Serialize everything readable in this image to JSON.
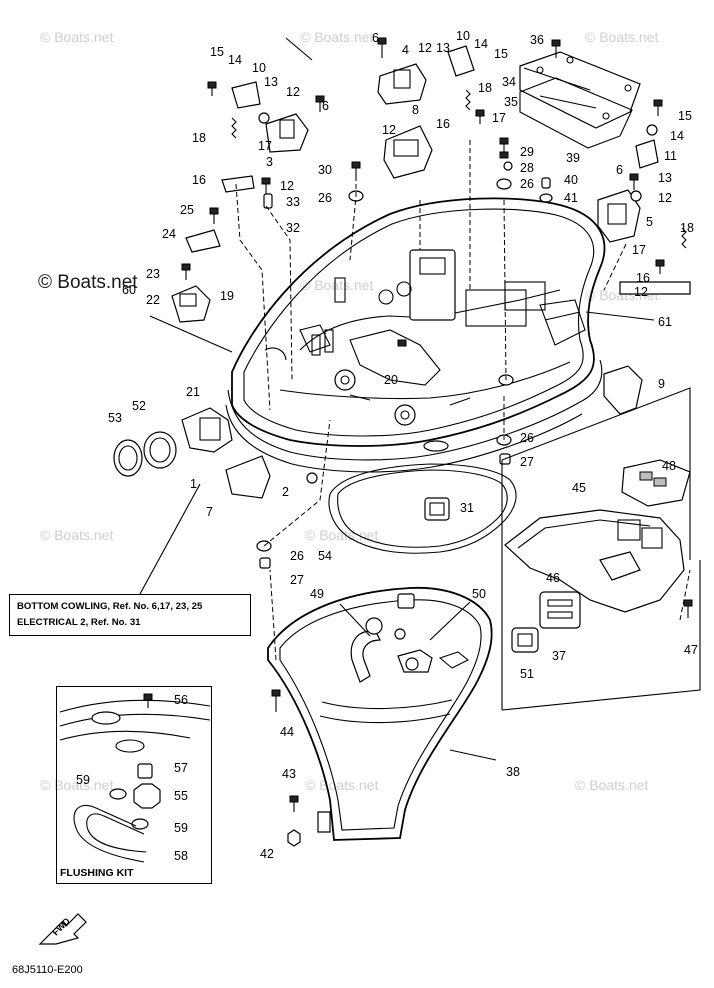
{
  "watermark": {
    "text": "© Boats.net"
  },
  "reference_box": {
    "line1": "BOTTOM COWLING,  Ref. No. 6,17, 23, 25",
    "line2": "ELECTRICAL 2,  Ref. No. 31"
  },
  "flushing_kit": {
    "title": "FLUSHING KIT"
  },
  "fwd_label": "FWD",
  "drawing_code": "68J5110-E200",
  "callouts": [
    "1",
    "2",
    "3",
    "4",
    "5",
    "6",
    "7",
    "8",
    "9",
    "10",
    "11",
    "12",
    "13",
    "14",
    "15",
    "16",
    "17",
    "18",
    "19",
    "20",
    "21",
    "22",
    "23",
    "24",
    "25",
    "26",
    "27",
    "28",
    "29",
    "30",
    "31",
    "32",
    "33",
    "34",
    "35",
    "36",
    "37",
    "38",
    "39",
    "40",
    "41",
    "42",
    "43",
    "44",
    "45",
    "46",
    "47",
    "48",
    "49",
    "50",
    "51",
    "52",
    "53",
    "54",
    "55",
    "56",
    "57",
    "58",
    "59",
    "60",
    "61"
  ]
}
